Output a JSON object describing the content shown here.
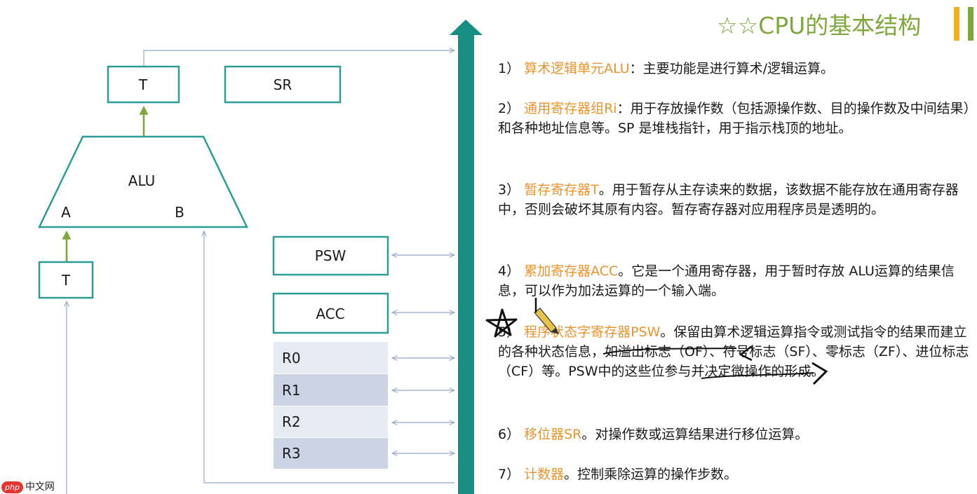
{
  "title": "☆☆CPU的基本结构",
  "colors": {
    "box_border": "#2a9d94",
    "bus": "#178e84",
    "accent_term": "#e8942f",
    "title": "#7ea83c",
    "arrow_green": "#7ea83c",
    "connector": "#98a8c8",
    "reg_fill_light": "#e6eaf3",
    "reg_fill_dark": "#cbd3e4"
  },
  "diagram": {
    "alu": {
      "label": "ALU",
      "input_a": "A",
      "input_b": "B"
    },
    "t_out": "T",
    "t_in": "T",
    "sr": "SR",
    "psw": "PSW",
    "acc": "ACC",
    "registers": [
      "R0",
      "R1",
      "R2",
      "R3"
    ]
  },
  "items": [
    {
      "num": "1）",
      "term": "算术逻辑单元ALU",
      "text": "：主要功能是进行算术/逻辑运算。"
    },
    {
      "num": "2）",
      "term": "通用寄存器组Ri",
      "text": "：用于存放操作数（包括源操作数、目的操作数及中间结果）和各种地址信息等。SP 是堆栈指针，用于指示栈顶的地址。"
    },
    {
      "num": "3）",
      "term": "暂存寄存器T",
      "text": "。用于暂存从主存读来的数据，该数据不能存放在通用寄存器中，否则会破坏其原有内容。暂存寄存器对应用程序员是透明的。"
    },
    {
      "num": "4）",
      "term": "累加寄存器ACC",
      "text": "。它是一个通用寄存器，用于暂时存放 ALU运算的结果信息，可以作为加法运算的一个输入端。"
    },
    {
      "num": "5）",
      "term": "程序状态字寄存器PSW",
      "text": "。保留由算术逻辑运算指令或测试指令的结果而建立的各种状态信息，如溢出标志（OF）、符号标志（SF）、零标志（ZF）、进位标志（CF）等。PSW中的这些位参与并决定微操作的形成。"
    },
    {
      "num": "6）",
      "term": "移位器SR",
      "text": "。对操作数或运算结果进行移位运算。"
    },
    {
      "num": "7）",
      "term": "计数器",
      "text": "。控制乘除运算的操作步数。"
    }
  ],
  "watermark": {
    "badge": "php",
    "text": "中文网"
  }
}
